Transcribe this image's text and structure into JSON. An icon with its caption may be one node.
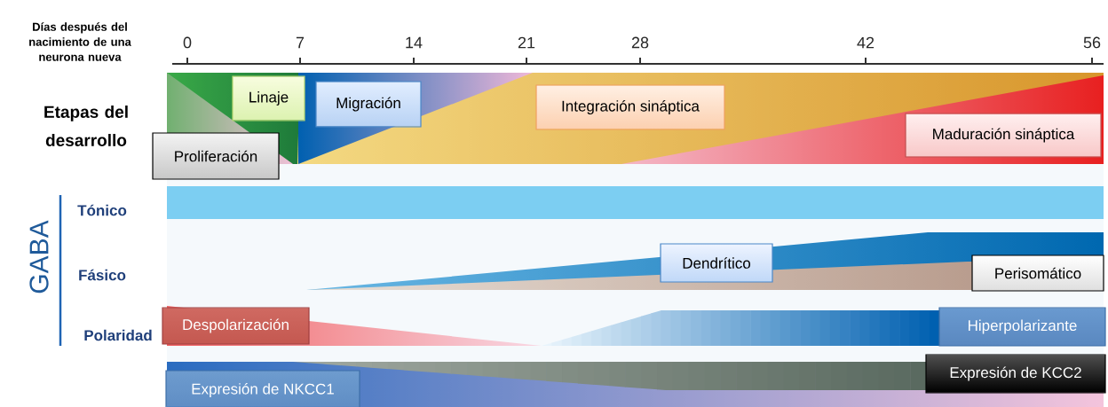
{
  "diagram": {
    "nodes": [
      {
        "text": [
          "Proliferación"
        ]
      },
      {
        "text": [
          "Linaje"
        ]
      },
      {
        "text": [
          "Migración"
        ]
      },
      {
        "text": [
          "Integración sináptica"
        ]
      },
      {
        "text": [
          "Maduración sináptica"
        ]
      },
      {
        "text": [
          "Dendrítico"
        ]
      },
      {
        "text": [
          "Perisomático"
        ]
      },
      {
        "text": [
          "Despolarización"
        ]
      },
      {
        "text": [
          "Hiperpolarizante"
        ]
      },
      {
        "text": [
          "Expresión de NKCC1"
        ]
      },
      {
        "text": [
          "Expresión de KCC2"
        ]
      }
    ],
    "labels": [
      "Días después del nacimiento de una neurona nueva",
      "0",
      "7",
      "14",
      "21",
      "28",
      "42",
      "56",
      "Etapas del desarrollo",
      "GABA",
      "Tónico",
      "Fásico",
      "Polaridad"
    ]
  }
}
